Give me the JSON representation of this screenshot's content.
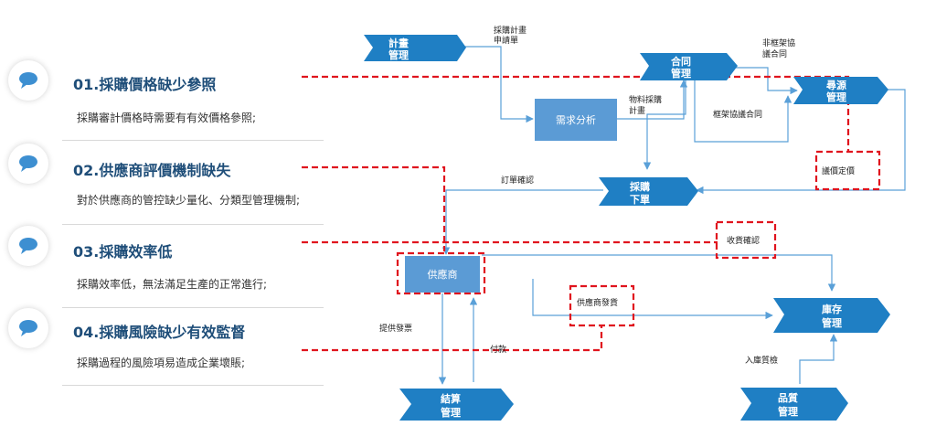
{
  "issues": [
    {
      "title": "01.採購價格缺少參照",
      "desc": "採購審計價格時需要有有效價格參照;"
    },
    {
      "title": "02.供應商評價機制缺失",
      "desc": "對於供應商的管控缺少量化、分類型管理機制;"
    },
    {
      "title": "03.採購效率低",
      "desc": "採購效率低，無法滿足生產的正常進行;"
    },
    {
      "title": "04.採購風險缺少有效監督",
      "desc": "採購過程的風險項易造成企業壞賬;"
    }
  ],
  "nodes": {
    "plan": [
      "計畫",
      "管理"
    ],
    "contract": [
      "合同",
      "管理"
    ],
    "sourcing": [
      "尋源",
      "管理"
    ],
    "order": [
      "採購",
      "下單"
    ],
    "inventory": [
      "庫存",
      "管理"
    ],
    "settlement": [
      "結算",
      "管理"
    ],
    "quality": [
      "品質",
      "管理"
    ],
    "demand": "需求分析",
    "supplier": "供應商"
  },
  "labels": {
    "purchase_request": [
      "採購計畫",
      "申請單"
    ],
    "material_plan": [
      "物料採購",
      "計畫"
    ],
    "non_framework": [
      "非框架協",
      "議合同"
    ],
    "framework": "框架協議合同",
    "price_setting": "議價定價",
    "order_confirm": "訂單確認",
    "receipt_confirm": "收貨確認",
    "supplier_ship": "供應商發貨",
    "invoice": "提供發票",
    "payment": "付款",
    "inbound_qc": "入庫質檢"
  },
  "colors": {
    "arrow_blue": "#1f7fc4",
    "box_blue": "#5b9bd5",
    "line_blue": "#5aa0d8",
    "dash_red": "#e0141e",
    "title_navy": "#1f4e79"
  }
}
